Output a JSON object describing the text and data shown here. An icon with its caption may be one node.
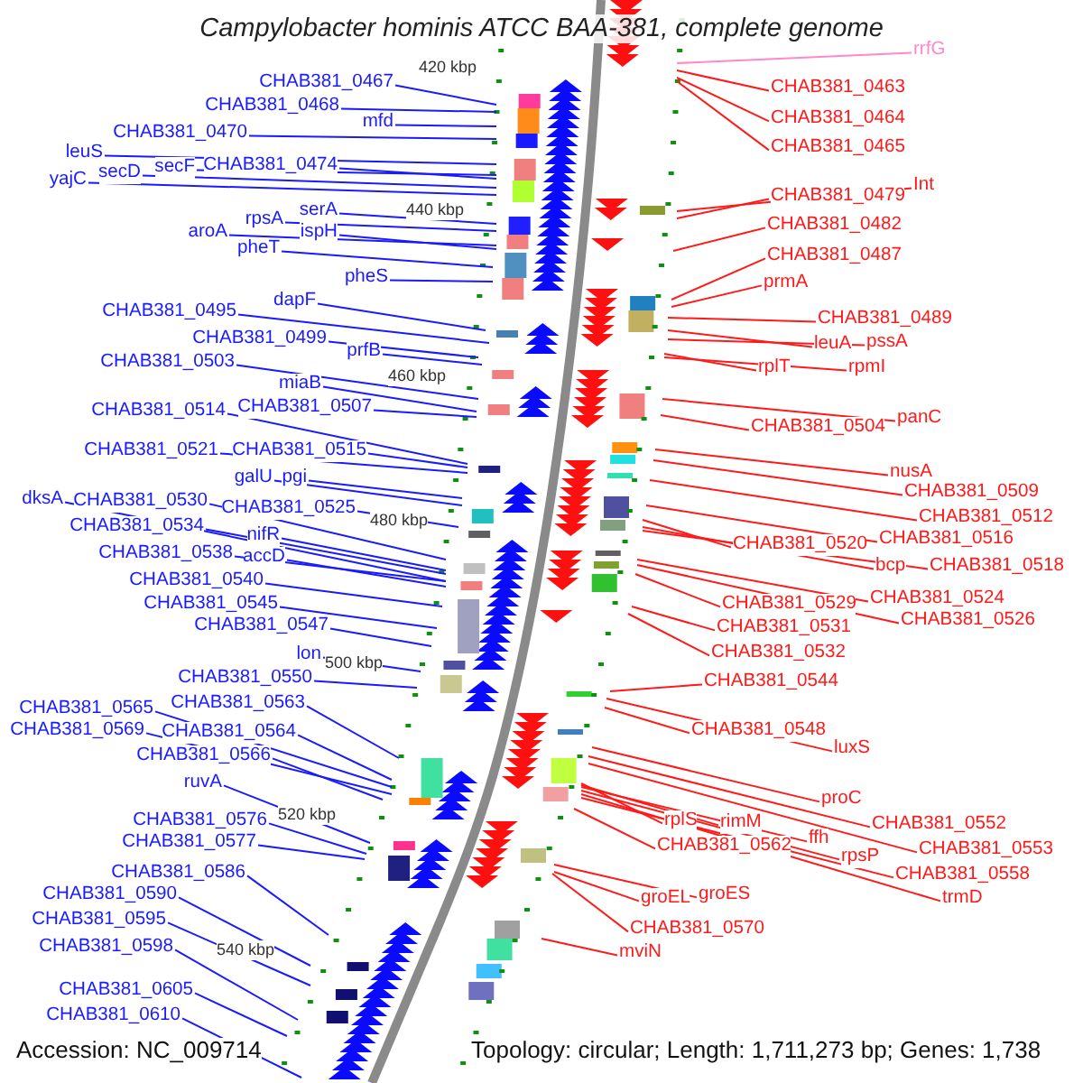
{
  "diagram": {
    "title": "Campylobacter hominis ATCC BAA-381, complete genome",
    "nodes": [
      {
        "text": [
          "CHAB381_0467"
        ]
      },
      {
        "text": [
          "CHAB381_0468"
        ]
      },
      {
        "text": [
          "mfd"
        ]
      },
      {
        "text": [
          "CHAB381_0470"
        ]
      },
      {
        "text": [
          "leuS"
        ]
      },
      {
        "text": [
          "secF"
        ]
      },
      {
        "text": [
          "CHAB381_0474"
        ]
      },
      {
        "text": [
          "secD"
        ]
      },
      {
        "text": [
          "yajC"
        ]
      },
      {
        "text": [
          "serA"
        ]
      },
      {
        "text": [
          "rpsA"
        ]
      },
      {
        "text": [
          "aroA"
        ]
      },
      {
        "text": [
          "ispH"
        ]
      },
      {
        "text": [
          "pheT"
        ]
      },
      {
        "text": [
          "pheS"
        ]
      },
      {
        "text": [
          "dapF"
        ]
      },
      {
        "text": [
          "CHAB381_0495"
        ]
      },
      {
        "text": [
          "CHAB381_0499"
        ]
      },
      {
        "text": [
          "prfB"
        ]
      },
      {
        "text": [
          "CHAB381_0503"
        ]
      },
      {
        "text": [
          "miaB"
        ]
      },
      {
        "text": [
          "CHAB381_0507"
        ]
      },
      {
        "text": [
          "CHAB381_0514"
        ]
      },
      {
        "text": [
          "CHAB381_0521"
        ]
      },
      {
        "text": [
          "CHAB381_0515"
        ]
      },
      {
        "text": [
          "galU"
        ]
      },
      {
        "text": [
          "pgi"
        ]
      },
      {
        "text": [
          "dksA"
        ]
      },
      {
        "text": [
          "CHAB381_0530"
        ]
      },
      {
        "text": [
          "CHAB381_0525"
        ]
      },
      {
        "text": [
          "CHAB381_0534"
        ]
      },
      {
        "text": [
          "nifR"
        ]
      },
      {
        "text": [
          "CHAB381_0538"
        ]
      },
      {
        "text": [
          "accD"
        ]
      },
      {
        "text": [
          "CHAB381_0540"
        ]
      },
      {
        "text": [
          "CHAB381_0545"
        ]
      },
      {
        "text": [
          "CHAB381_0547"
        ]
      },
      {
        "text": [
          "lon"
        ]
      },
      {
        "text": [
          "CHAB381_0550"
        ]
      },
      {
        "text": [
          "CHAB381_0563"
        ]
      },
      {
        "text": [
          "CHAB381_0565"
        ]
      },
      {
        "text": [
          "CHAB381_0569"
        ]
      },
      {
        "text": [
          "CHAB381_0564"
        ]
      },
      {
        "text": [
          "CHAB381_0566"
        ]
      },
      {
        "text": [
          "ruvA"
        ]
      },
      {
        "text": [
          "CHAB381_0576"
        ]
      },
      {
        "text": [
          "CHAB381_0577"
        ]
      },
      {
        "text": [
          "CHAB381_0586"
        ]
      },
      {
        "text": [
          "CHAB381_0590"
        ]
      },
      {
        "text": [
          "CHAB381_0595"
        ]
      },
      {
        "text": [
          "CHAB381_0598"
        ]
      },
      {
        "text": [
          "CHAB381_0605"
        ]
      },
      {
        "text": [
          "CHAB381_0610"
        ]
      },
      {
        "text": [
          "rrfG"
        ]
      },
      {
        "text": [
          "CHAB381_0463"
        ]
      },
      {
        "text": [
          "CHAB381_0464"
        ]
      },
      {
        "text": [
          "CHAB381_0465"
        ]
      },
      {
        "text": [
          "Int"
        ]
      },
      {
        "text": [
          "CHAB381_0479"
        ]
      },
      {
        "text": [
          "CHAB381_0482"
        ]
      },
      {
        "text": [
          "CHAB381_0487"
        ]
      },
      {
        "text": [
          "prmA"
        ]
      },
      {
        "text": [
          "CHAB381_0489"
        ]
      },
      {
        "text": [
          "leuA"
        ]
      },
      {
        "text": [
          "pssA"
        ]
      },
      {
        "text": [
          "rplT"
        ]
      },
      {
        "text": [
          "rpmI"
        ]
      },
      {
        "text": [
          "panC"
        ]
      },
      {
        "text": [
          "CHAB381_0504"
        ]
      },
      {
        "text": [
          "nusA"
        ]
      },
      {
        "text": [
          "CHAB381_0509"
        ]
      },
      {
        "text": [
          "CHAB381_0512"
        ]
      },
      {
        "text": [
          "CHAB381_0516"
        ]
      },
      {
        "text": [
          "CHAB381_0520"
        ]
      },
      {
        "text": [
          "bcp"
        ]
      },
      {
        "text": [
          "CHAB381_0518"
        ]
      },
      {
        "text": [
          "CHAB381_0524"
        ]
      },
      {
        "text": [
          "CHAB381_0529"
        ]
      },
      {
        "text": [
          "CHAB381_0526"
        ]
      },
      {
        "text": [
          "CHAB381_0531"
        ]
      },
      {
        "text": [
          "CHAB381_0532"
        ]
      },
      {
        "text": [
          "CHAB381_0544"
        ]
      },
      {
        "text": [
          "CHAB381_0548"
        ]
      },
      {
        "text": [
          "luxS"
        ]
      },
      {
        "text": [
          "proC"
        ]
      },
      {
        "text": [
          "CHAB381_0552"
        ]
      },
      {
        "text": [
          "CHAB381_0553"
        ]
      },
      {
        "text": [
          "rplS"
        ]
      },
      {
        "text": [
          "rimM"
        ]
      },
      {
        "text": [
          "ffh"
        ]
      },
      {
        "text": [
          "CHAB381_0562"
        ]
      },
      {
        "text": [
          "rpsP"
        ]
      },
      {
        "text": [
          "CHAB381_0558"
        ]
      },
      {
        "text": [
          "trmD"
        ]
      },
      {
        "text": [
          "groES"
        ]
      },
      {
        "text": [
          "groEL"
        ]
      },
      {
        "text": [
          "CHAB381_0570"
        ]
      },
      {
        "text": [
          "mviN"
        ]
      }
    ],
    "edges": [
      {
        "from": 0,
        "to": null,
        "arrow": "none"
      },
      {
        "from": 1,
        "to": null,
        "arrow": "none"
      },
      {
        "from": 2,
        "to": null,
        "arrow": "none"
      },
      {
        "from": 3,
        "to": null,
        "arrow": "none"
      },
      {
        "from": 4,
        "to": null,
        "arrow": "none"
      },
      {
        "from": 5,
        "to": null,
        "arrow": "none"
      },
      {
        "from": 6,
        "to": null,
        "arrow": "none"
      },
      {
        "from": 7,
        "to": null,
        "arrow": "none"
      },
      {
        "from": 8,
        "to": null,
        "arrow": "none"
      },
      {
        "from": 9,
        "to": null,
        "arrow": "none"
      },
      {
        "from": 10,
        "to": null,
        "arrow": "none"
      },
      {
        "from": 11,
        "to": null,
        "arrow": "none"
      },
      {
        "from": 12,
        "to": null,
        "arrow": "none"
      },
      {
        "from": 13,
        "to": null,
        "arrow": "none"
      },
      {
        "from": 14,
        "to": null,
        "arrow": "none"
      },
      {
        "from": 15,
        "to": null,
        "arrow": "none"
      },
      {
        "from": 16,
        "to": null,
        "arrow": "none"
      },
      {
        "from": 17,
        "to": null,
        "arrow": "none"
      },
      {
        "from": 18,
        "to": null,
        "arrow": "none"
      },
      {
        "from": 19,
        "to": null,
        "arrow": "none"
      },
      {
        "from": 20,
        "to": null,
        "arrow": "none"
      },
      {
        "from": 21,
        "to": null,
        "arrow": "none"
      },
      {
        "from": 22,
        "to": null,
        "arrow": "none"
      },
      {
        "from": 23,
        "to": null,
        "arrow": "none"
      },
      {
        "from": 24,
        "to": null,
        "arrow": "none"
      },
      {
        "from": 25,
        "to": null,
        "arrow": "none"
      },
      {
        "from": 26,
        "to": null,
        "arrow": "none"
      },
      {
        "from": 27,
        "to": null,
        "arrow": "none"
      },
      {
        "from": 28,
        "to": null,
        "arrow": "none"
      },
      {
        "from": 29,
        "to": null,
        "arrow": "none"
      },
      {
        "from": 30,
        "to": null,
        "arrow": "none"
      },
      {
        "from": 31,
        "to": null,
        "arrow": "none"
      },
      {
        "from": 32,
        "to": null,
        "arrow": "none"
      },
      {
        "from": 33,
        "to": null,
        "arrow": "none"
      },
      {
        "from": 34,
        "to": null,
        "arrow": "none"
      },
      {
        "from": 35,
        "to": null,
        "arrow": "none"
      },
      {
        "from": 36,
        "to": null,
        "arrow": "none"
      },
      {
        "from": 37,
        "to": null,
        "arrow": "none"
      },
      {
        "from": 38,
        "to": null,
        "arrow": "none"
      },
      {
        "from": 39,
        "to": null,
        "arrow": "none"
      },
      {
        "from": 40,
        "to": null,
        "arrow": "none"
      },
      {
        "from": 41,
        "to": null,
        "arrow": "none"
      },
      {
        "from": 42,
        "to": null,
        "arrow": "none"
      },
      {
        "from": 43,
        "to": null,
        "arrow": "none"
      },
      {
        "from": 44,
        "to": null,
        "arrow": "none"
      },
      {
        "from": 45,
        "to": null,
        "arrow": "none"
      },
      {
        "from": 46,
        "to": null,
        "arrow": "none"
      },
      {
        "from": 47,
        "to": null,
        "arrow": "none"
      },
      {
        "from": 48,
        "to": null,
        "arrow": "none"
      },
      {
        "from": 49,
        "to": null,
        "arrow": "none"
      },
      {
        "from": 50,
        "to": null,
        "arrow": "none"
      },
      {
        "from": 51,
        "to": null,
        "arrow": "none"
      },
      {
        "from": 52,
        "to": null,
        "arrow": "none"
      },
      {
        "from": 53,
        "to": null,
        "arrow": "none",
        "color": "#ff88c8"
      },
      {
        "from": 54,
        "to": null,
        "arrow": "none",
        "color": "#ff1a1a"
      },
      {
        "from": 55,
        "to": null,
        "arrow": "none",
        "color": "#ff1a1a"
      },
      {
        "from": 56,
        "to": null,
        "arrow": "none",
        "color": "#ff1a1a"
      },
      {
        "from": 57,
        "to": null,
        "arrow": "none",
        "color": "#ff1a1a"
      },
      {
        "from": 58,
        "to": null,
        "arrow": "none",
        "color": "#ff1a1a"
      },
      {
        "from": 59,
        "to": null,
        "arrow": "none",
        "color": "#ff1a1a"
      },
      {
        "from": 60,
        "to": null,
        "arrow": "none",
        "color": "#ff1a1a"
      },
      {
        "from": 61,
        "to": null,
        "arrow": "none",
        "color": "#ff1a1a"
      },
      {
        "from": 62,
        "to": null,
        "arrow": "none",
        "color": "#ff1a1a"
      },
      {
        "from": 63,
        "to": null,
        "arrow": "none",
        "color": "#ff1a1a"
      },
      {
        "from": 64,
        "to": null,
        "arrow": "none",
        "color": "#ff1a1a"
      },
      {
        "from": 65,
        "to": null,
        "arrow": "none",
        "color": "#ff1a1a"
      },
      {
        "from": 66,
        "to": null,
        "arrow": "none",
        "color": "#ff1a1a"
      },
      {
        "from": 67,
        "to": null,
        "arrow": "none",
        "color": "#ff1a1a"
      },
      {
        "from": 68,
        "to": null,
        "arrow": "none",
        "color": "#ff1a1a"
      },
      {
        "from": 69,
        "to": null,
        "arrow": "none",
        "color": "#ff1a1a"
      },
      {
        "from": 70,
        "to": null,
        "arrow": "none",
        "color": "#ff1a1a"
      },
      {
        "from": 71,
        "to": null,
        "arrow": "none",
        "color": "#ff1a1a"
      },
      {
        "from": 72,
        "to": null,
        "arrow": "none",
        "color": "#ff1a1a"
      },
      {
        "from": 73,
        "to": null,
        "arrow": "none",
        "color": "#ff1a1a"
      },
      {
        "from": 74,
        "to": null,
        "arrow": "none",
        "color": "#ff1a1a"
      },
      {
        "from": 75,
        "to": null,
        "arrow": "none",
        "color": "#ff1a1a"
      },
      {
        "from": 76,
        "to": null,
        "arrow": "none",
        "color": "#ff1a1a"
      },
      {
        "from": 77,
        "to": null,
        "arrow": "none",
        "color": "#ff1a1a"
      },
      {
        "from": 78,
        "to": null,
        "arrow": "none",
        "color": "#ff1a1a"
      },
      {
        "from": 79,
        "to": null,
        "arrow": "none",
        "color": "#ff1a1a"
      },
      {
        "from": 80,
        "to": null,
        "arrow": "none",
        "color": "#ff1a1a"
      },
      {
        "from": 81,
        "to": null,
        "arrow": "none",
        "color": "#ff1a1a"
      },
      {
        "from": 82,
        "to": null,
        "arrow": "none",
        "color": "#ff1a1a"
      },
      {
        "from": 83,
        "to": null,
        "arrow": "none",
        "color": "#ff1a1a"
      },
      {
        "from": 84,
        "to": null,
        "arrow": "none",
        "color": "#ff1a1a"
      },
      {
        "from": 85,
        "to": null,
        "arrow": "none",
        "color": "#ff1a1a"
      },
      {
        "from": 86,
        "to": null,
        "arrow": "none",
        "color": "#ff1a1a"
      },
      {
        "from": 87,
        "to": null,
        "arrow": "none",
        "color": "#ff1a1a"
      },
      {
        "from": 88,
        "to": null,
        "arrow": "none",
        "color": "#ff1a1a"
      },
      {
        "from": 89,
        "to": null,
        "arrow": "none",
        "color": "#ff1a1a"
      },
      {
        "from": 90,
        "to": null,
        "arrow": "none",
        "color": "#ff1a1a"
      },
      {
        "from": 91,
        "to": null,
        "arrow": "none",
        "color": "#ff1a1a"
      },
      {
        "from": 92,
        "to": null,
        "arrow": "none",
        "color": "#ff1a1a"
      },
      {
        "from": 93,
        "to": null,
        "arrow": "none",
        "color": "#ff1a1a"
      },
      {
        "from": 94,
        "to": null,
        "arrow": "none",
        "color": "#ff1a1a"
      },
      {
        "from": 95,
        "to": null,
        "arrow": "none",
        "color": "#ff1a1a"
      },
      {
        "from": 96,
        "to": null,
        "arrow": "none",
        "color": "#ff1a1a"
      },
      {
        "from": 97,
        "to": null,
        "arrow": "none",
        "color": "#ff1a1a"
      }
    ],
    "labels": [
      "420 kbp",
      "440 kbp",
      "460 kbp",
      "480 kbp",
      "500 kbp",
      "520 kbp",
      "540 kbp",
      "Accession: NC_009714",
      "Topology: circular; Length: 1,711,273 bp; Genes: 1,738"
    ]
  }
}
